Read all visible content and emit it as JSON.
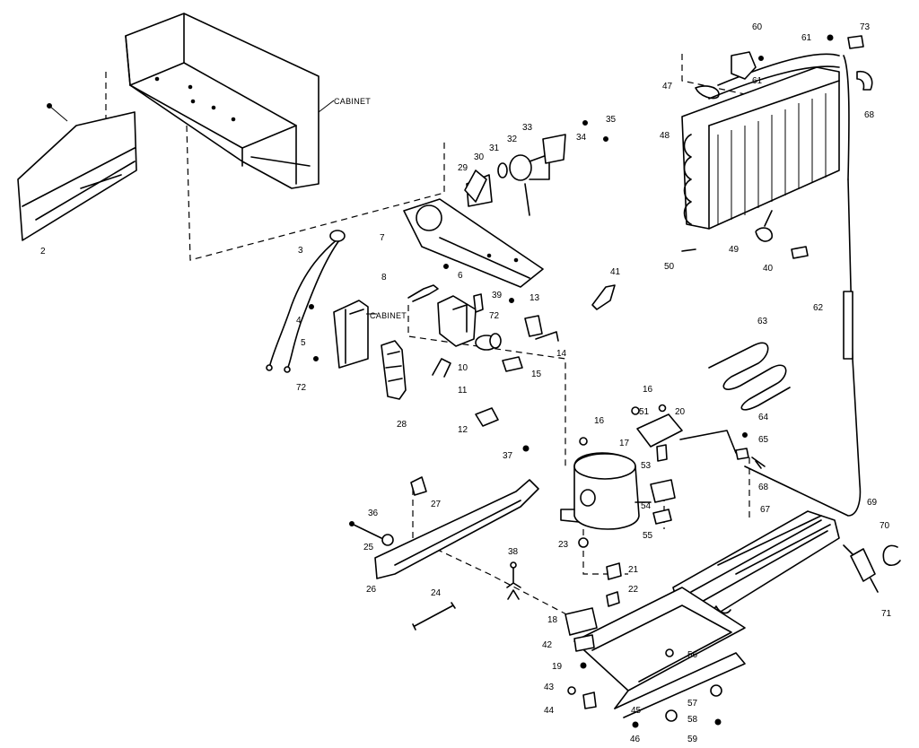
{
  "cabinet_labels": [
    "CABINET",
    "CABINET"
  ],
  "part_numbers": [
    "2",
    "3",
    "4",
    "5",
    "6",
    "7",
    "8",
    "10",
    "11",
    "12",
    "13",
    "14",
    "15",
    "16",
    "16",
    "17",
    "18",
    "19",
    "20",
    "21",
    "22",
    "23",
    "24",
    "25",
    "26",
    "27",
    "28",
    "29",
    "30",
    "31",
    "32",
    "33",
    "34",
    "35",
    "36",
    "37",
    "38",
    "39",
    "40",
    "41",
    "42",
    "43",
    "44",
    "45",
    "46",
    "47",
    "48",
    "49",
    "50",
    "51",
    "53",
    "54",
    "55",
    "56",
    "57",
    "58",
    "59",
    "60",
    "61",
    "61",
    "62",
    "63",
    "64",
    "65",
    "67",
    "68",
    "68",
    "69",
    "70",
    "71",
    "72",
    "72",
    "73"
  ]
}
